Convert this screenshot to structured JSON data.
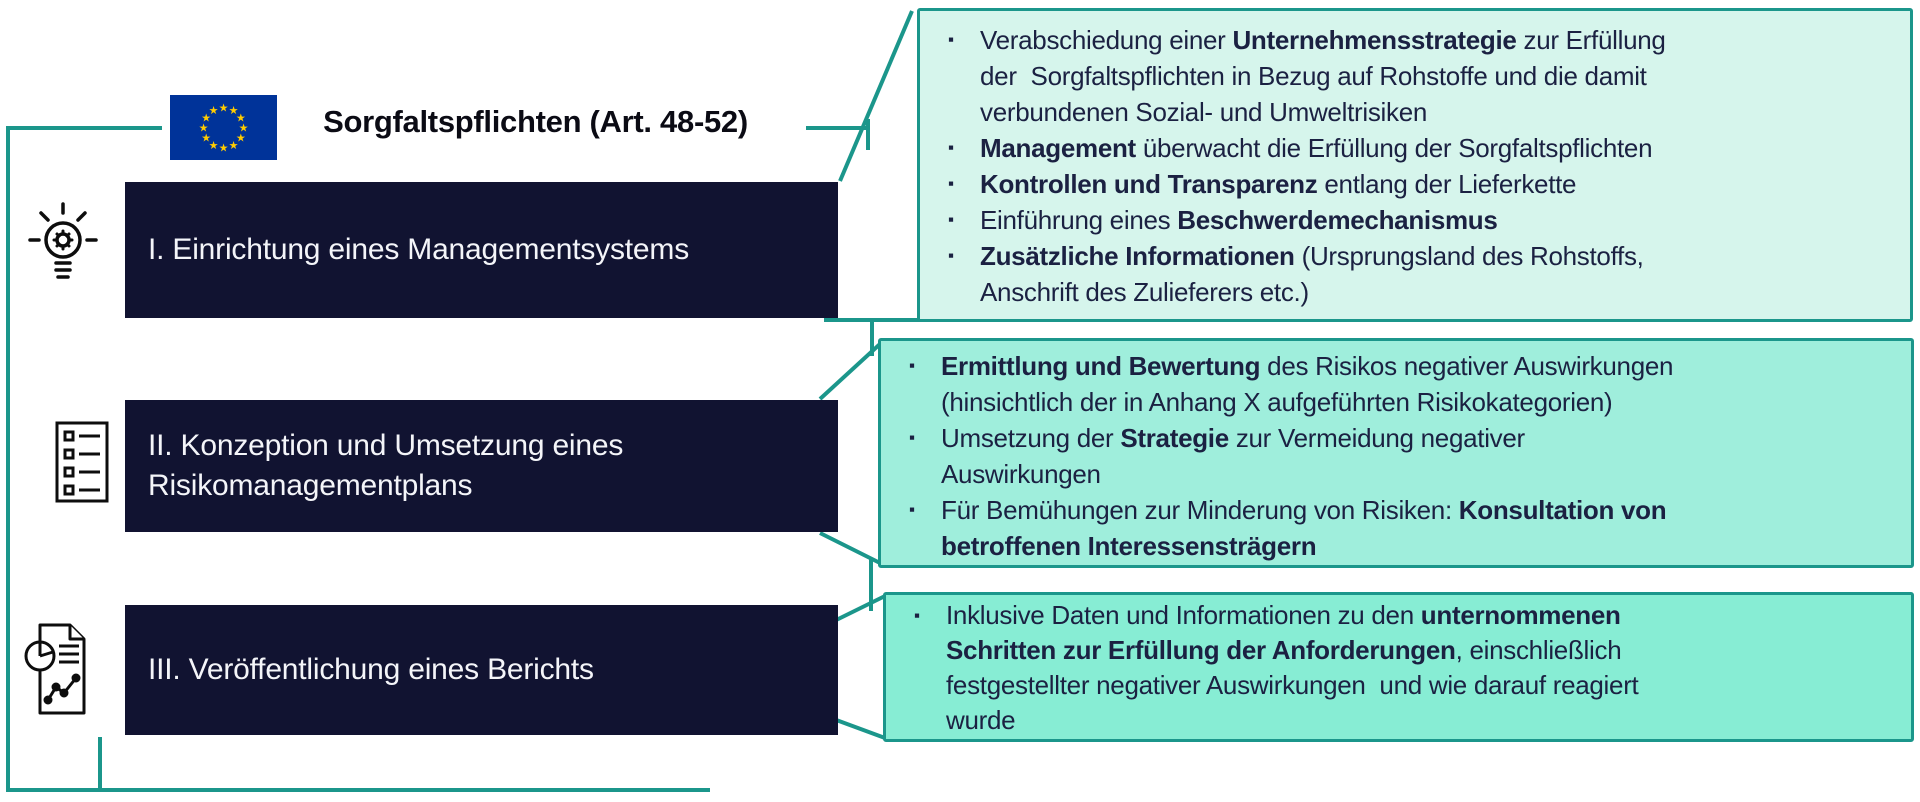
{
  "title": "Sorgfaltspflichten (Art. 48-52)",
  "bullet_glyph": "▪",
  "colors": {
    "teal_line": "#1B968B",
    "navy_box": "#111331",
    "text_ink": "#1B2142",
    "callout_fill_1": "#D6F5EC",
    "callout_fill_2": "#9FEEDC",
    "callout_fill_3": "#87EDD4",
    "eu_flag_blue": "#003399",
    "eu_flag_yellow": "#FFCC00"
  },
  "steps": [
    {
      "label": "I. Einrichtung eines Managementsystems",
      "icon": "idea-bulb-gear"
    },
    {
      "label": "II. Konzeption und Umsetzung eines Risikomanagementplans",
      "icon": "checklist"
    },
    {
      "label": "III. Veröffentlichung eines Berichts",
      "icon": "report-chart"
    }
  ],
  "callouts": [
    {
      "fill": "#D6F5EC",
      "bullets": [
        {
          "lines": [
            [
              {
                "t": "Verabschiedung einer ",
                "b": false
              },
              {
                "t": "Unternehmensstrategie",
                "b": true
              },
              {
                "t": " zur Erfüllung",
                "b": false
              }
            ],
            [
              {
                "t": "der  Sorgfaltspflichten in Bezug auf Rohstoffe und die damit",
                "b": false
              }
            ],
            [
              {
                "t": "verbundenen Sozial- und Umweltrisiken",
                "b": false
              }
            ]
          ]
        },
        {
          "lines": [
            [
              {
                "t": "Management",
                "b": true
              },
              {
                "t": " überwacht die Erfüllung der Sorgfaltspflichten",
                "b": false
              }
            ]
          ]
        },
        {
          "lines": [
            [
              {
                "t": "Kontrollen und Transparenz",
                "b": true
              },
              {
                "t": " entlang der Lieferkette",
                "b": false
              }
            ]
          ]
        },
        {
          "lines": [
            [
              {
                "t": "Einführung eines ",
                "b": false
              },
              {
                "t": "Beschwerdemechanismus",
                "b": true
              }
            ]
          ]
        },
        {
          "lines": [
            [
              {
                "t": "Zusätzliche Informationen",
                "b": true
              },
              {
                "t": " (Ursprungsland des Rohstoffs,",
                "b": false
              }
            ],
            [
              {
                "t": "Anschrift des Zulieferers etc.)",
                "b": false
              }
            ]
          ]
        }
      ]
    },
    {
      "fill": "#9FEEDC",
      "bullets": [
        {
          "lines": [
            [
              {
                "t": "Ermittlung und Bewertung",
                "b": true
              },
              {
                "t": " des Risikos negativer Auswirkungen",
                "b": false
              }
            ],
            [
              {
                "t": "(hinsichtlich der in Anhang X aufgeführten Risikokategorien)",
                "b": false
              }
            ]
          ]
        },
        {
          "lines": [
            [
              {
                "t": "Umsetzung der ",
                "b": false
              },
              {
                "t": "Strategie",
                "b": true
              },
              {
                "t": " zur Vermeidung negativer",
                "b": false
              }
            ],
            [
              {
                "t": "Auswirkungen",
                "b": false
              }
            ]
          ]
        },
        {
          "lines": [
            [
              {
                "t": "Für Bemühungen zur Minderung von Risiken: ",
                "b": false
              },
              {
                "t": "Konsultation von",
                "b": true
              }
            ],
            [
              {
                "t": "betroffenen Interessensträgern",
                "b": true
              }
            ]
          ]
        }
      ]
    },
    {
      "fill": "#87EDD4",
      "bullets": [
        {
          "lines": [
            [
              {
                "t": "Inklusive Daten und Informationen zu den ",
                "b": false
              },
              {
                "t": "unternommenen",
                "b": true
              }
            ],
            [
              {
                "t": "Schritten zur Erfüllung der Anforderungen",
                "b": true
              },
              {
                "t": ", einschließlich",
                "b": false
              }
            ],
            [
              {
                "t": "festgestellter negativer Auswirkungen  und wie darauf reagiert",
                "b": false
              }
            ],
            [
              {
                "t": "wurde",
                "b": false
              }
            ]
          ]
        }
      ]
    }
  ]
}
